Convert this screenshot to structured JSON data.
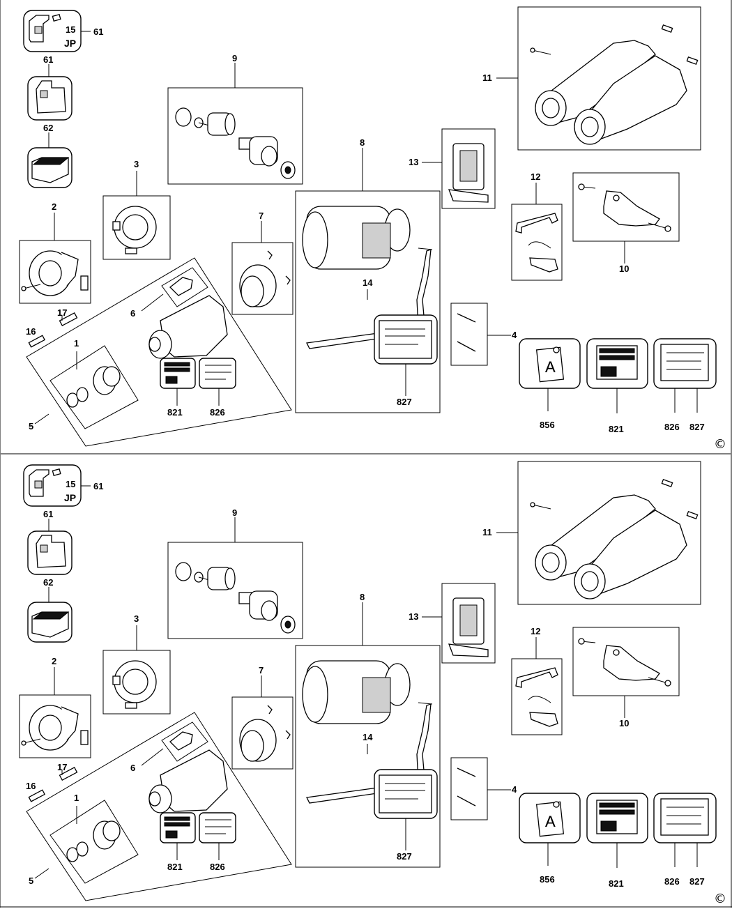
{
  "panels": [
    {
      "id": "top",
      "labels": {
        "p61a": "61",
        "p15": "15",
        "jp": "JP",
        "p61b": "61",
        "p62": "62",
        "p9": "9",
        "p3": "3",
        "p2": "2",
        "p7": "7",
        "p8": "8",
        "p13": "13",
        "p11": "11",
        "p12": "12",
        "p10": "10",
        "p6": "6",
        "p17": "17",
        "p16": "16",
        "p1": "1",
        "p5": "5",
        "p14": "14",
        "p4": "4",
        "p821a": "821",
        "p826a": "826",
        "p827a": "827",
        "p856": "856",
        "p821b": "821",
        "p826b": "826",
        "p827b": "827",
        "copyright": "©"
      }
    },
    {
      "id": "bottom",
      "labels": {
        "p61a": "61",
        "p15": "15",
        "jp": "JP",
        "p61b": "61",
        "p62": "62",
        "p9": "9",
        "p3": "3",
        "p2": "2",
        "p7": "7",
        "p8": "8",
        "p13": "13",
        "p11": "11",
        "p12": "12",
        "p10": "10",
        "p6": "6",
        "p17": "17",
        "p16": "16",
        "p1": "1",
        "p5": "5",
        "p14": "14",
        "p4": "4",
        "p821a": "821",
        "p826a": "826",
        "p827a": "827",
        "p856": "856",
        "p821b": "821",
        "p826b": "826",
        "p827b": "827",
        "copyright": "©"
      }
    }
  ],
  "label_856_letter": "A"
}
